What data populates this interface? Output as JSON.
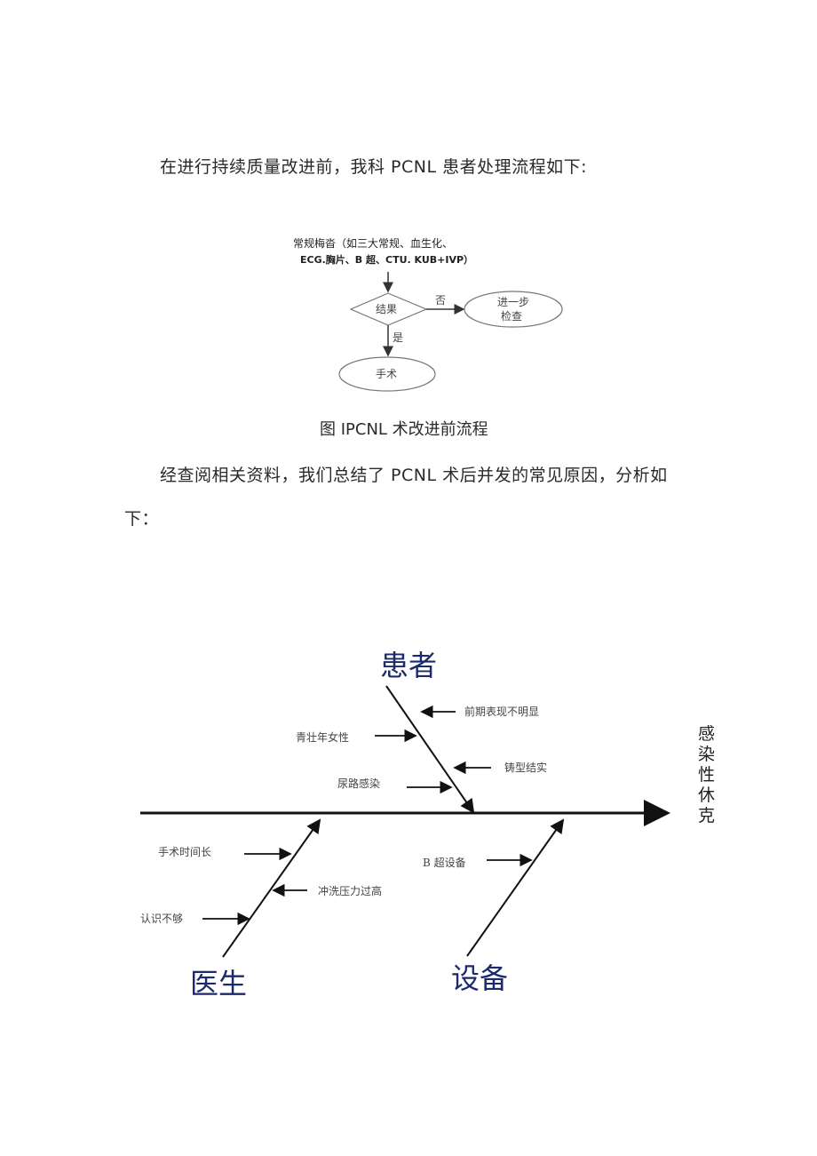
{
  "document": {
    "paragraph_1": "在进行持续质量改进前，我科 PCNL 患者处理流程如下:",
    "figure_1_caption": "图 IPCNL 术改进前流程",
    "paragraph_2_line_1": "经查阅相关资料，我们总结了 PCNL 术后并发的常见原因，分析如",
    "paragraph_2_line_2": "下："
  },
  "flowchart": {
    "start_line_1": "常规梅沓（如三大常规、血生化、",
    "start_line_2": "ECG.胸片、B 超、CTU. KUB+IVP）",
    "decision": "结果",
    "no_label": "否",
    "yes_label": "是",
    "further_line_1": "进一步",
    "further_line_2": "检查",
    "surgery": "手术"
  },
  "fishbone": {
    "effect": [
      "感",
      "染",
      "性",
      "休",
      "克"
    ],
    "categories": {
      "patient": {
        "label": "患者",
        "causes": [
          "前期表现不明显",
          "青壮年女性",
          "铸型结实",
          "尿路感染"
        ]
      },
      "doctor": {
        "label": "医生",
        "causes": [
          "手术时间长",
          "冲洗压力过高",
          "认识不够"
        ]
      },
      "equipment": {
        "label": "设备",
        "causes": [
          "B 超设备"
        ]
      }
    },
    "colors": {
      "category_text": "#1a2a6c",
      "lines": "#111111"
    }
  }
}
